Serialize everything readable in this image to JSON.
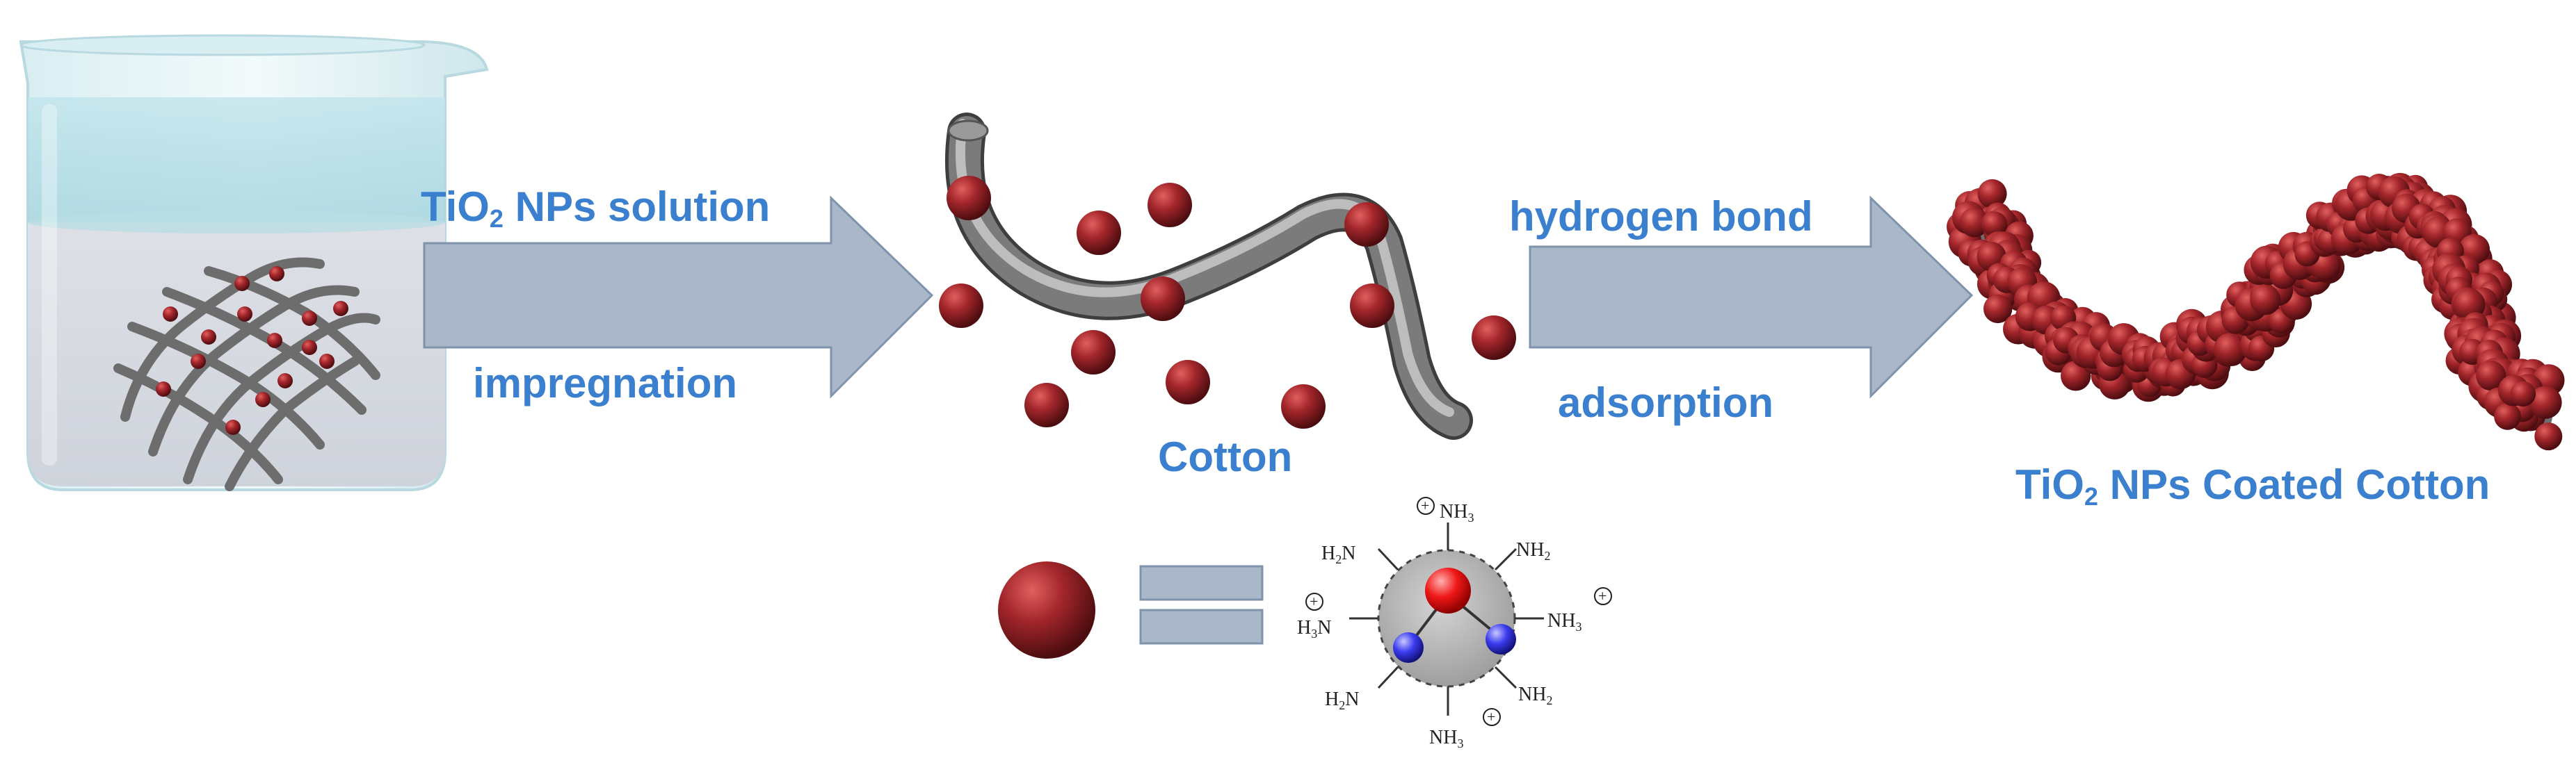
{
  "labels": {
    "step1_top_prefix": "TiO",
    "step1_top_sub": "2",
    "step1_top_suffix": " NPs solution",
    "step1_bottom": "impregnation",
    "cotton": "Cotton",
    "step2_top": "hydrogen bond",
    "step2_bottom": "adsorption",
    "result_prefix": "TiO",
    "result_sub": "2",
    "result_suffix": " NPs Coated Cotton"
  },
  "legend_groups": {
    "nh3_main": "NH",
    "nh3_sub": "3",
    "nh2_main": "NH",
    "nh2_sub": "2",
    "h2n_h": "H",
    "h2n_sub": "2",
    "h2n_n": "N",
    "h3n_h": "H",
    "h3n_sub": "3",
    "h3n_n": "N",
    "plus": "+"
  },
  "colors": {
    "label_blue": "#3b7fcf",
    "arrow_fill": "#aab7c9",
    "arrow_edge": "#7f93ad",
    "nanoparticle": "#a3262b",
    "fiber_gray": "#7b7b7b",
    "solution": "#c3e4ea"
  }
}
